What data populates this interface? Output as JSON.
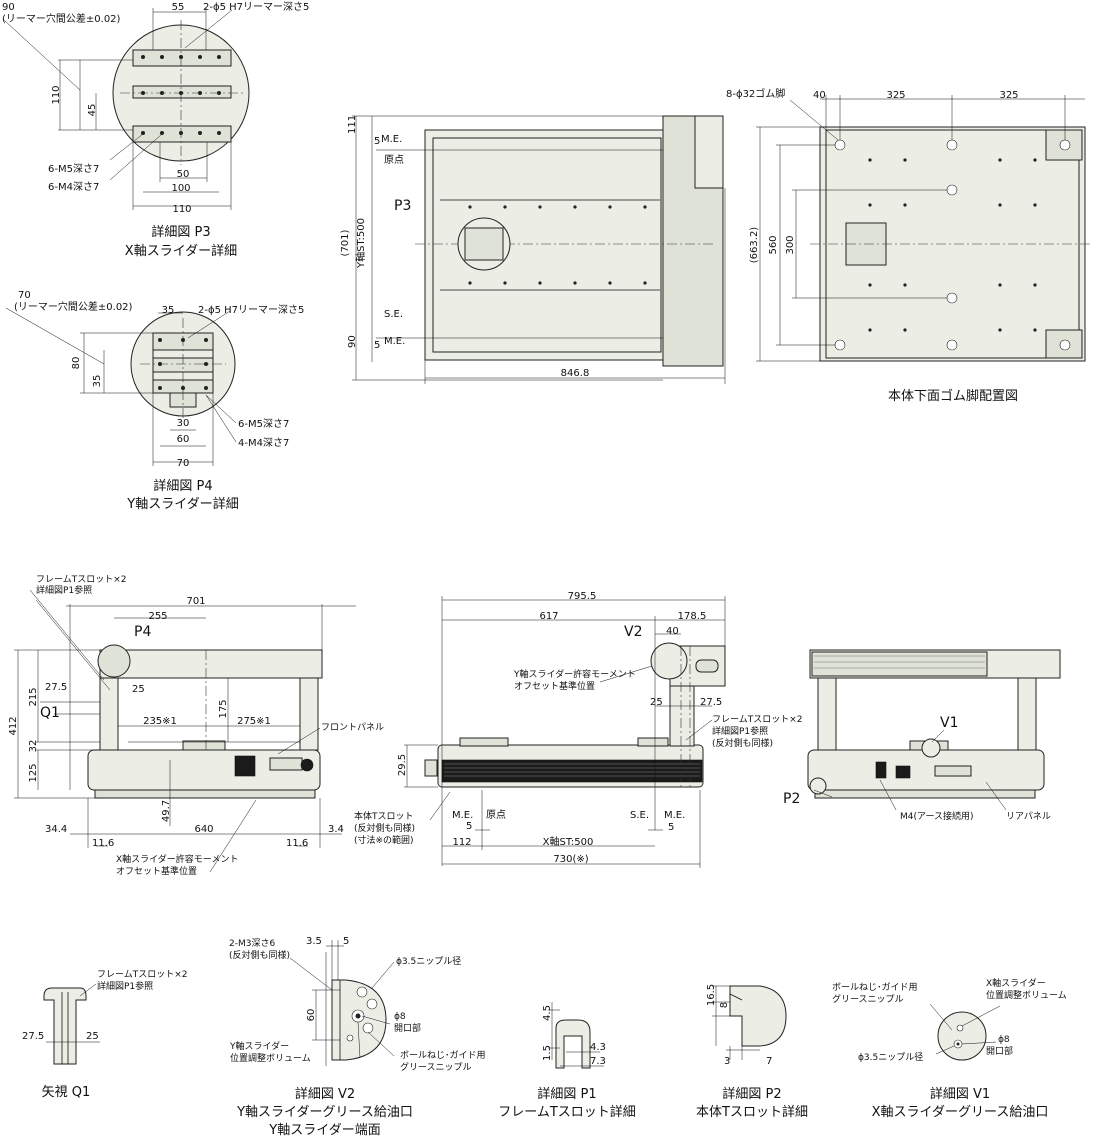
{
  "detail_p3": {
    "caption_1": "詳細図 P3",
    "caption_2": "X軸スライダー詳細",
    "tol_value": "90",
    "tol_note": "(リーマー穴間公差±0.02)",
    "dim_top": "55",
    "reamer": "2-ϕ5 H7リーマー深さ5",
    "dim_110v": "110",
    "dim_45": "45",
    "m5": "6-M5深さ7",
    "m4": "6-M4深さ7",
    "dim_50": "50",
    "dim_100": "100",
    "dim_110h": "110"
  },
  "detail_p4": {
    "caption_1": "詳細図 P4",
    "caption_2": "Y軸スライダー詳細",
    "tol_value": "70",
    "tol_note": "(リーマー穴間公差±0.02)",
    "dim_top": "35",
    "reamer": "2-ϕ5 H7リーマー深さ5",
    "dim_80": "80",
    "dim_35v": "35",
    "m5": "6-M5深さ7",
    "m4": "4-M4深さ7",
    "dim_30": "30",
    "dim_60": "60",
    "dim_70": "70"
  },
  "top_view": {
    "dim_111": "111",
    "dim_5a": "5",
    "me_top": "M.E.",
    "genten": "原点",
    "dim_701": "(701)",
    "y_stroke": "Y軸ST:500",
    "p3": "P3",
    "se": "S.E.",
    "dim_5b": "5",
    "me_bottom": "M.E.",
    "dim_90": "90",
    "dim_846": "846.8"
  },
  "bottom_view": {
    "caption": "本体下面ゴム脚配置図",
    "feet": "8-ϕ32ゴム脚",
    "dim_40": "40",
    "dim_325a": "325",
    "dim_325b": "325",
    "dim_663": "(663.2)",
    "dim_560": "560",
    "dim_300": "300"
  },
  "front_view": {
    "frame_slot": "フレームTスロット×2",
    "frame_ref": "詳細図P1参照",
    "dim_701": "701",
    "dim_255": "255",
    "p4": "P4",
    "dim_27_5": "27.5",
    "dim_25": "25",
    "q1": "Q1",
    "dim_215": "215",
    "dim_412": "412",
    "dim_235": "235※1",
    "dim_175": "175",
    "dim_275": "275※1",
    "front_panel": "フロントパネル",
    "dim_32": "32",
    "dim_125": "125",
    "dim_49_7": "49.7",
    "dim_34_4": "34.4",
    "dim_640": "640",
    "dim_3_4": "3.4",
    "dim_11_6a": "11.6",
    "dim_11_6b": "11.6",
    "note_1": "X軸スライダー許容モーメント",
    "note_2": "オフセット基準位置"
  },
  "side_view": {
    "dim_795": "795.5",
    "dim_617": "617",
    "dim_178": "178.5",
    "v2": "V2",
    "dim_40": "40",
    "moment_1": "Y軸スライダー許容モーメント",
    "moment_2": "オフセット基準位置",
    "dim_25": "25",
    "dim_27_5": "27.5",
    "slot_1": "フレームTスロット×2",
    "slot_2": "詳細図P1参照",
    "slot_3": "(反対側も同様)",
    "dim_29_5": "29.5",
    "body_slot_1": "本体Tスロット",
    "body_slot_2": "(反対側も同様)",
    "body_slot_3": "(寸法※の範囲)",
    "me_left": "M.E.",
    "genten": "原点",
    "dim_5a": "5",
    "se": "S.E.",
    "me_right": "M.E.",
    "dim_5b": "5",
    "dim_112": "112",
    "x_stroke": "X軸ST:500",
    "dim_730": "730(※)"
  },
  "rear_view": {
    "v1": "V1",
    "p2": "P2",
    "m4": "M4(アース接続用)",
    "rear_panel": "リアパネル"
  },
  "detail_q1": {
    "caption": "矢視 Q1",
    "slot_1": "フレームTスロット×2",
    "slot_2": "詳細図P1参照",
    "dim_27_5": "27.5",
    "dim_25": "25"
  },
  "detail_v2": {
    "caption_1": "詳細図 V2",
    "caption_2": "Y軸スライダーグリース給油口",
    "caption_3": "Y軸スライダー端面",
    "m3_1": "2-M3深さ6",
    "m3_2": "(反対側も同様)",
    "dim_3_5": "3.5",
    "dim_5": "5",
    "nipple": "ϕ3.5ニップル径",
    "dim_60": "60",
    "phi8": "ϕ8",
    "opening": "開口部",
    "vol_1": "Y軸スライダー",
    "vol_2": "位置調整ボリューム",
    "grease_1": "ボールねじ･ガイド用",
    "grease_2": "グリースニップル"
  },
  "detail_p1": {
    "caption_1": "詳細図 P1",
    "caption_2": "フレームTスロット詳細",
    "dim_4_5": "4.5",
    "dim_1_5": "1.5",
    "dim_4_3": "4.3",
    "dim_7_3": "7.3"
  },
  "detail_p2": {
    "caption_1": "詳細図 P2",
    "caption_2": "本体Tスロット詳細",
    "dim_16_5": "16.5",
    "dim_8": "8",
    "dim_3": "3",
    "dim_7": "7"
  },
  "detail_v1": {
    "caption_1": "詳細図 V1",
    "caption_2": "X軸スライダーグリース給油口",
    "grease_1": "ボールねじ･ガイド用",
    "grease_2": "グリースニップル",
    "vol_1": "X軸スライダー",
    "vol_2": "位置調整ボリューム",
    "phi8": "ϕ8",
    "opening": "開口部",
    "nipple": "ϕ3.5ニップル径"
  }
}
